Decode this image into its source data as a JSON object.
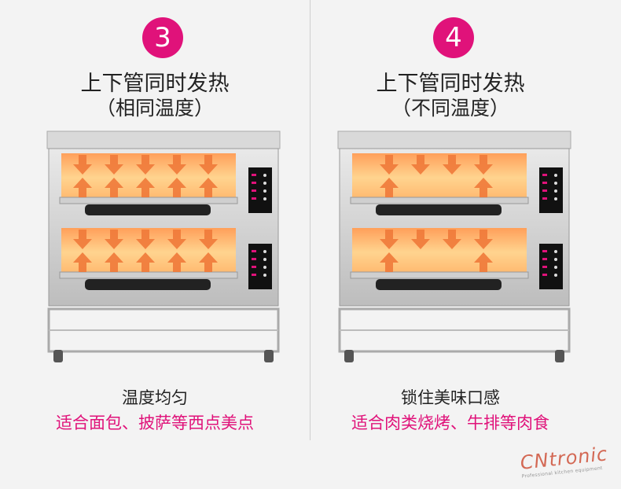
{
  "left": {
    "badge": "3",
    "title": "上下管同时发热",
    "subtitle": "（相同温度）",
    "caption": "温度均匀",
    "description": "适合面包、披萨等西点美点"
  },
  "right": {
    "badge": "4",
    "title": "上下管同时发热",
    "subtitle": "（不同温度）",
    "caption": "锁住美味口感",
    "description": "适合肉类烧烤、牛排等肉食"
  },
  "watermark": {
    "text": "CNtronic",
    "tagline": "Professional kitchen equipment"
  },
  "colors": {
    "accent": "#e0127a",
    "arrow": "#f07a3a",
    "glow": "#ffcf8a"
  }
}
